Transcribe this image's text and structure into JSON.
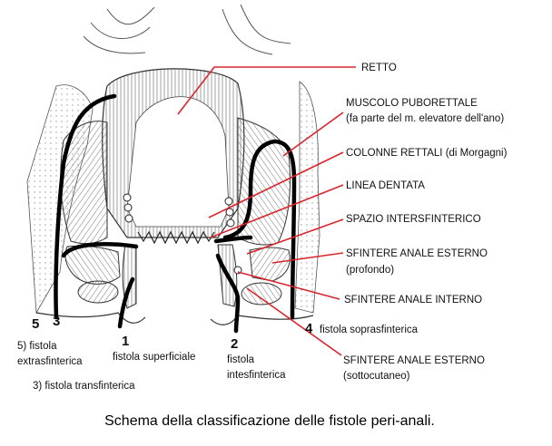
{
  "labels": {
    "retto": "RETTO",
    "muscolo_puborettale": "MUSCOLO PUBORETTALE",
    "muscolo_puborettale_note": "(fa parte del m. elevatore dell'ano)",
    "colonne_rettali": "COLONNE RETTALI (di Morgagni)",
    "linea_dentata": "LINEA DENTATA",
    "spazio_intersfinterico": "SPAZIO INTERSFINTERICO",
    "sfintere_esterno_profondo": "SFINTERE ANALE ESTERNO",
    "sfintere_esterno_profondo_note": "(profondo)",
    "sfintere_interno": "SFINTERE ANALE INTERNO",
    "sfintere_esterno_sottocutaneo": "SFINTERE ANALE ESTERNO",
    "sfintere_esterno_sottocutaneo_note": "(sottocutaneo)"
  },
  "fistulas": {
    "n1": "1",
    "n1_label": "fistola superficiale",
    "n2": "2",
    "n2_label_1": "fistola",
    "n2_label_2": "intesfinterica",
    "n3": "3",
    "n3_label": "3) fistola transfinterica",
    "n4": "4",
    "n4_label": "fistola soprasfinterica",
    "n5": "5",
    "n5_label_1": "5) fistola",
    "n5_label_2": "extrasfinterica"
  },
  "caption": "Schema della classificazione delle fistole peri-anali.",
  "colors": {
    "pointer_lines": "#d9262c",
    "fistula_paths": "#000000",
    "drawing": "#333333"
  }
}
